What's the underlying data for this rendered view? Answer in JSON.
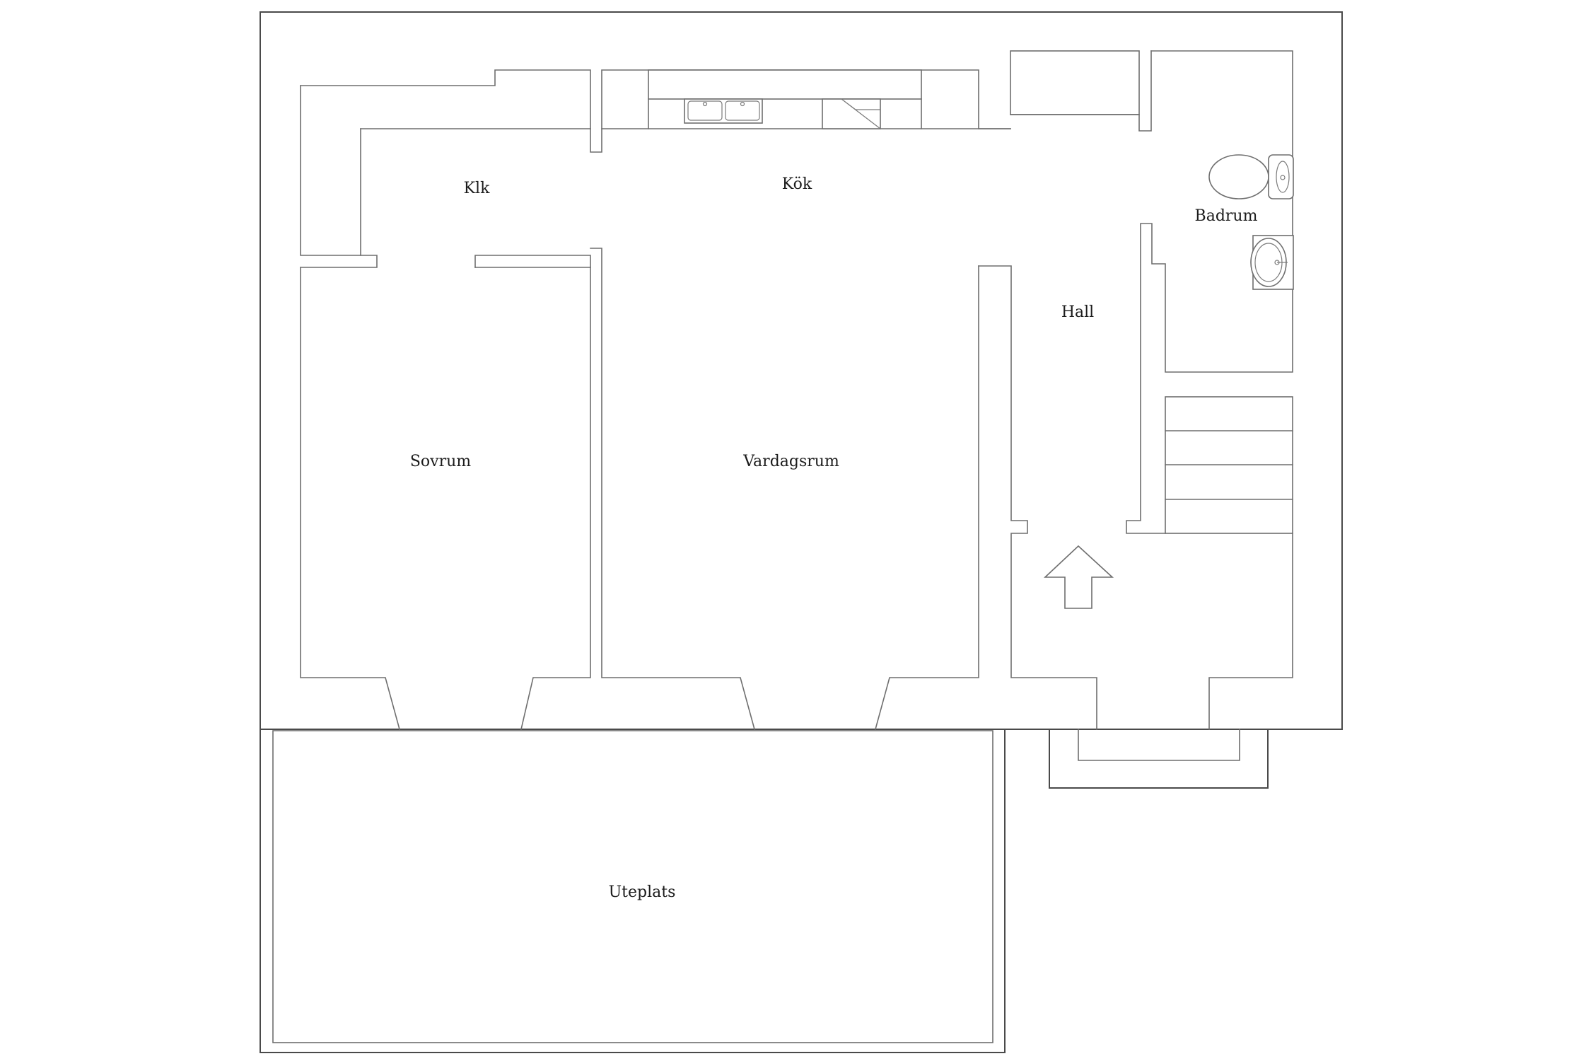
{
  "rooms": {
    "klk": "Klk",
    "kok": "Kök",
    "badrum": "Badrum",
    "hall": "Hall",
    "sovrum": "Sovrum",
    "vardagsrum": "Vardagsrum",
    "uteplats": "Uteplats"
  },
  "fixtures": [
    "kitchen-sink-icon",
    "stove-icon",
    "toilet-icon",
    "washbasin-icon",
    "stairs-icon",
    "entrance-arrow-icon"
  ],
  "colors": {
    "background": "#ffffff",
    "wall": "#6e6e6e",
    "text": "#1c1c1c"
  }
}
